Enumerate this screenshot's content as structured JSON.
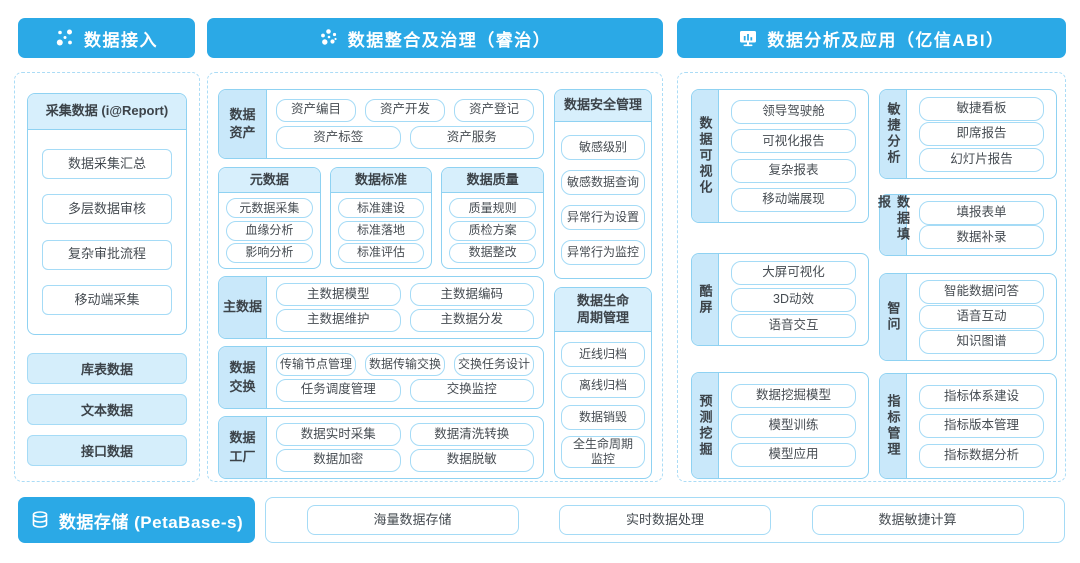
{
  "colors": {
    "accent": "#2BA9E6",
    "panel_dashed_border": "#ABDCF6",
    "group_border": "#8FD2F2",
    "pill_border": "#A5DBF6",
    "light_fill": "#D7EFFC",
    "label_fill": "#C9E8FA",
    "text": "#3C4349"
  },
  "headers": {
    "access": {
      "icon": "network-dots-icon",
      "label": "数据接入"
    },
    "governance": {
      "icon": "dots-cluster-icon",
      "label": "数据整合及治理（睿治）"
    },
    "analysis": {
      "icon": "monitor-chart-icon",
      "label": "数据分析及应用（亿信ABI）"
    }
  },
  "access_panel": {
    "collect_group": {
      "title": "采集数据 (i@Report)",
      "items": [
        "数据采集汇总",
        "多层数据审核",
        "复杂审批流程",
        "移动端采集"
      ]
    },
    "source_boxes": [
      "库表数据",
      "文本数据",
      "接口数据"
    ]
  },
  "governance_panel": {
    "asset_group": {
      "label": "数据\n资产",
      "row1": [
        "资产编目",
        "资产开发",
        "资产登记"
      ],
      "row2": [
        "资产标签",
        "资产服务"
      ]
    },
    "meta_group": {
      "title": "元数据",
      "items": [
        "元数据采集",
        "血缘分析",
        "影响分析"
      ]
    },
    "standard_group": {
      "title": "数据标准",
      "items": [
        "标准建设",
        "标准落地",
        "标准评估"
      ]
    },
    "quality_group": {
      "title": "数据质量",
      "items": [
        "质量规则",
        "质检方案",
        "数据整改"
      ]
    },
    "master_group": {
      "label": "主数据",
      "row1": [
        "主数据模型",
        "主数据编码"
      ],
      "row2": [
        "主数据维护",
        "主数据分发"
      ]
    },
    "exchange_group": {
      "label": "数据\n交换",
      "row1": [
        "传输节点管理",
        "数据传输交换",
        "交换任务设计"
      ],
      "row2": [
        "任务调度管理",
        "交换监控"
      ]
    },
    "factory_group": {
      "label": "数据\n工厂",
      "row1": [
        "数据实时采集",
        "数据清洗转换"
      ],
      "row2": [
        "数据加密",
        "数据脱敏"
      ]
    },
    "security_group": {
      "title": "数据安全管理",
      "items": [
        "敏感级别",
        "敏感数据查询",
        "异常行为设置",
        "异常行为监控"
      ]
    },
    "lifecycle_group": {
      "title": "数据生命\n周期管理",
      "items": [
        "近线归档",
        "离线归档",
        "数据销毁",
        "全生命周期\n监控"
      ]
    }
  },
  "analysis_panel": {
    "visual_group": {
      "label": "数据可视化",
      "items": [
        "领导驾驶舱",
        "可视化报告",
        "复杂报表",
        "移动端展现"
      ]
    },
    "coolscreen_group": {
      "label": "酷屏",
      "items": [
        "大屏可视化",
        "3D动效",
        "语音交互"
      ]
    },
    "mining_group": {
      "label": "预测挖掘",
      "items": [
        "数据挖掘模型",
        "模型训练",
        "模型应用"
      ]
    },
    "agile_group": {
      "label": "敏捷分析",
      "items": [
        "敏捷看板",
        "即席报告",
        "幻灯片报告"
      ]
    },
    "reporting_group": {
      "label": "数据填报",
      "items": [
        "填报表单",
        "数据补录"
      ]
    },
    "ask_group": {
      "label": "智问",
      "items": [
        "智能数据问答",
        "语音互动",
        "知识图谱"
      ]
    },
    "metric_group": {
      "label": "指标管理",
      "items": [
        "指标体系建设",
        "指标版本管理",
        "指标数据分析"
      ]
    }
  },
  "storage": {
    "icon": "database-icon",
    "label": "数据存储 (PetaBase-s)",
    "items": [
      "海量数据存储",
      "实时数据处理",
      "数据敏捷计算"
    ]
  }
}
